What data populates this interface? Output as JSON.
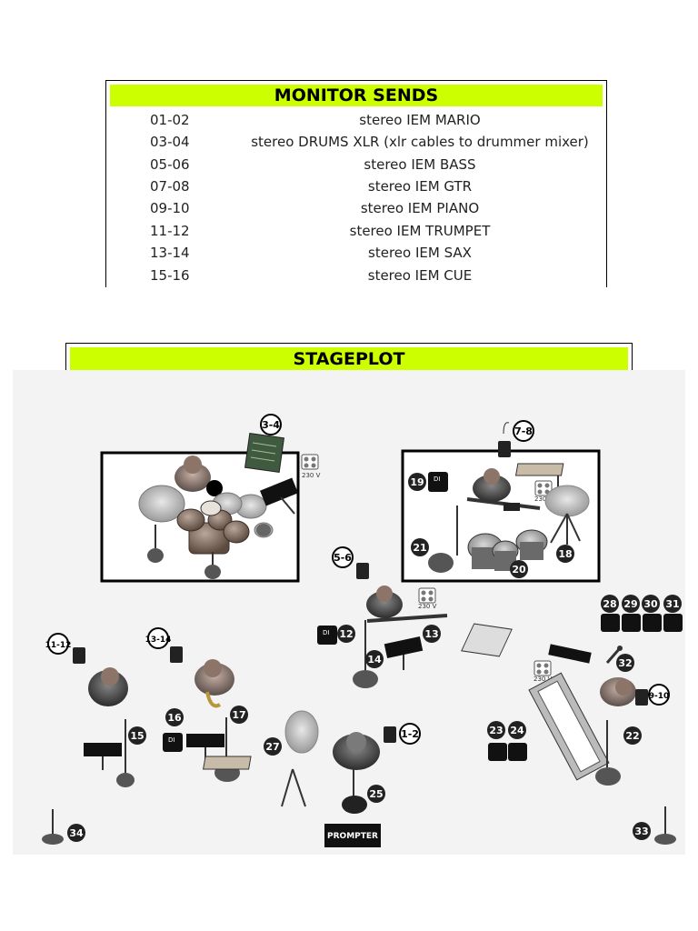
{
  "monitor_sends": {
    "title": "MONITOR SENDS",
    "rows": [
      {
        "channels": "01-02",
        "description": "stereo IEM MARIO"
      },
      {
        "channels": "03-04",
        "description": "stereo DRUMS XLR (xlr cables to drummer mixer)"
      },
      {
        "channels": "05-06",
        "description": "stereo IEM BASS"
      },
      {
        "channels": "07-08",
        "description": "stereo IEM GTR"
      },
      {
        "channels": "09-10",
        "description": "stereo IEM PIANO"
      },
      {
        "channels": "11-12",
        "description": "stereo IEM TRUMPET"
      },
      {
        "channels": "13-14",
        "description": "stereo IEM SAX"
      },
      {
        "channels": "15-16",
        "description": "stereo IEM CUE"
      }
    ]
  },
  "stageplot": {
    "title": "STAGEPLOT",
    "power_label": "230 V",
    "di_label": "DI",
    "prompter_label": "PROMPTER",
    "iem_tags": [
      "3-4",
      "7-8",
      "5-6",
      "11-12",
      "13-14",
      "1-2",
      "9-10"
    ],
    "markers": [
      "12",
      "13",
      "14",
      "15",
      "16",
      "17",
      "18",
      "19",
      "20",
      "21",
      "22",
      "23",
      "24",
      "25",
      "27",
      "28",
      "29",
      "30",
      "31",
      "32",
      "33",
      "34"
    ]
  }
}
